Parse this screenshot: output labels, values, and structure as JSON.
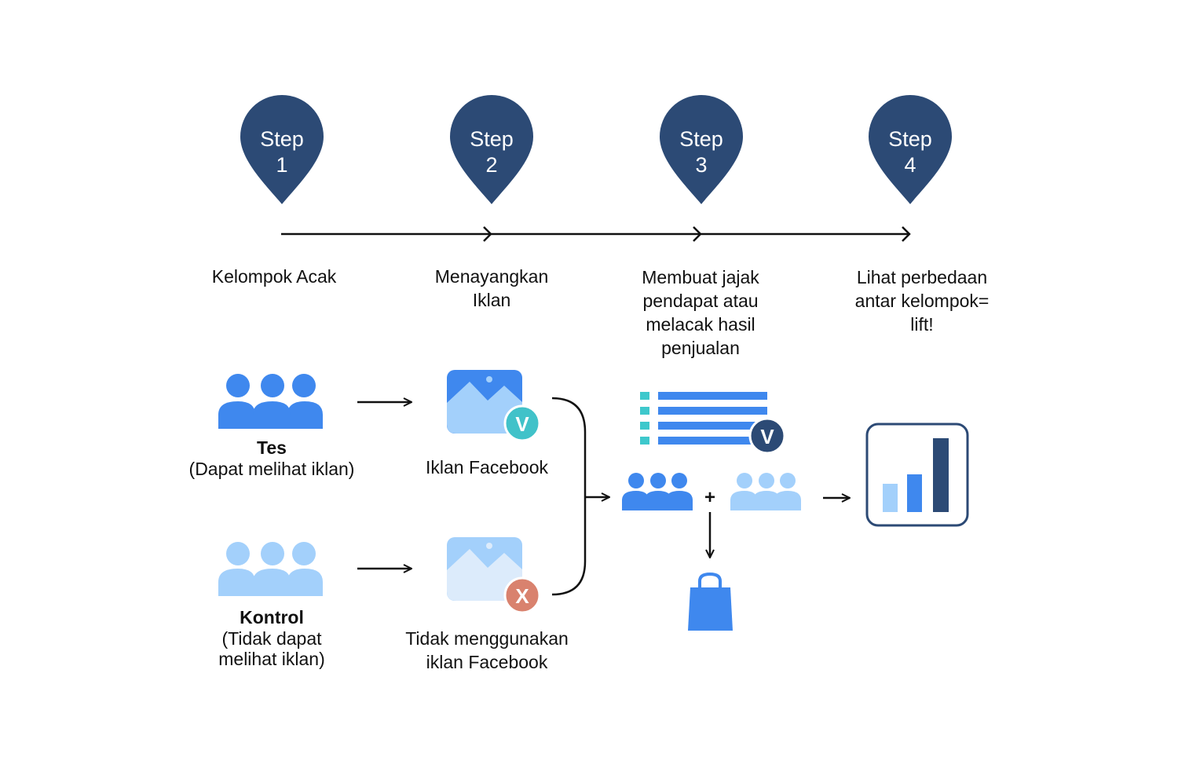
{
  "steps": [
    {
      "word": "Step",
      "num": "1",
      "desc": [
        "Kelompok Acak"
      ]
    },
    {
      "word": "Step",
      "num": "2",
      "desc": [
        "Menayangkan",
        "Iklan"
      ]
    },
    {
      "word": "Step",
      "num": "3",
      "desc": [
        "Membuat jajak",
        "pendapat atau",
        "melacak hasil",
        "penjualan"
      ]
    },
    {
      "word": "Step",
      "num": "4",
      "desc": [
        "Lihat perbedaan",
        "antar kelompok=",
        "lift!"
      ]
    }
  ],
  "groups": {
    "test": {
      "title": "Tes",
      "subtitle": "(Dapat melihat iklan)"
    },
    "control": {
      "title": "Kontrol",
      "subtitle_lines": [
        "(Tidak dapat",
        "melihat iklan)"
      ]
    }
  },
  "ads": {
    "with_ad": {
      "label": "Iklan Facebook",
      "badge": "V"
    },
    "without_ad": {
      "label_lines": [
        "Tidak menggunakan",
        "iklan Facebook"
      ],
      "badge": "X"
    }
  },
  "survey": {
    "badge": "V"
  },
  "combine": {
    "plus": "+"
  },
  "colors": {
    "navy": "#2c4a75",
    "blue": "#3f88ee",
    "light_blue": "#a3d0fb",
    "pale_blue": "#dcebfb",
    "teal": "#41c2c9",
    "salmon": "#d9826e",
    "teal_list": "#3ec8cc"
  },
  "icons": [
    "location-pin-icon",
    "people-group-icon",
    "image-icon",
    "check-badge-icon",
    "x-badge-icon",
    "survey-list-icon",
    "shopping-bag-icon",
    "bar-chart-icon",
    "arrow-icon"
  ]
}
